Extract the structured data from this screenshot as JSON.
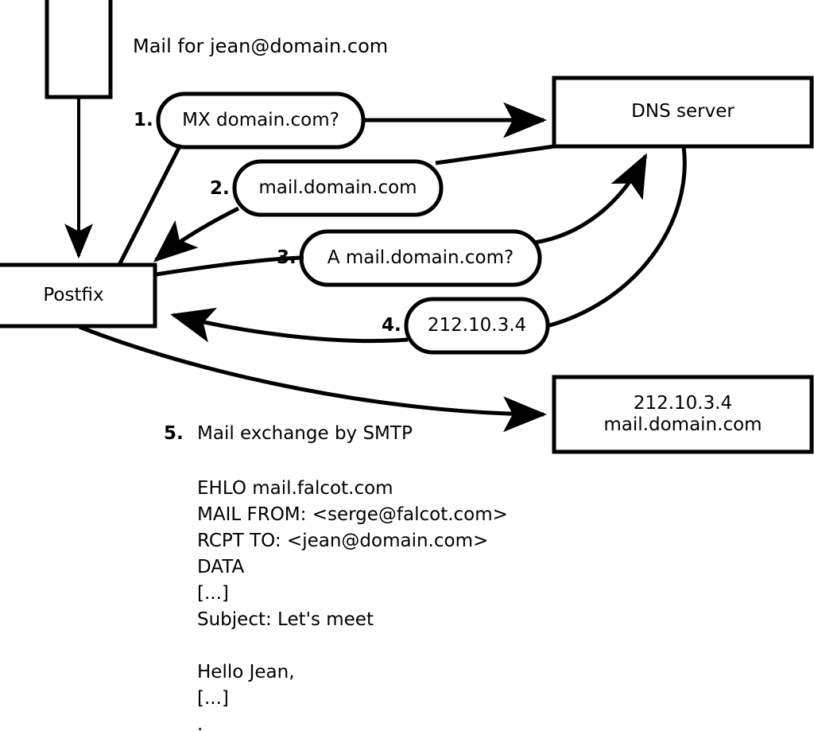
{
  "diagram": {
    "title_label": "Mail for jean@domain.com",
    "nodes": {
      "sender_box": {
        "label": ""
      },
      "postfix_box": {
        "label": "Postfix"
      },
      "dns_box": {
        "label": "DNS server"
      },
      "target_box": {
        "line1": "212.10.3.4",
        "line2": "mail.domain.com"
      }
    },
    "steps": [
      {
        "num": "1.",
        "label": "MX domain.com?"
      },
      {
        "num": "2.",
        "label": "mail.domain.com"
      },
      {
        "num": "3.",
        "label": "A mail.domain.com?"
      },
      {
        "num": "4.",
        "label": "212.10.3.4"
      },
      {
        "num": "5.",
        "label": "Mail exchange by SMTP"
      }
    ],
    "smtp_transcript": [
      "EHLO mail.falcot.com",
      "MAIL FROM: <serge@falcot.com>",
      "RCPT TO: <jean@domain.com>",
      "DATA",
      "[...]",
      "Subject: Let's meet",
      "",
      "Hello Jean,",
      "[...]",
      "."
    ],
    "colors": {
      "stroke": "#000000",
      "fill": "#ffffff",
      "text": "#000000"
    }
  }
}
